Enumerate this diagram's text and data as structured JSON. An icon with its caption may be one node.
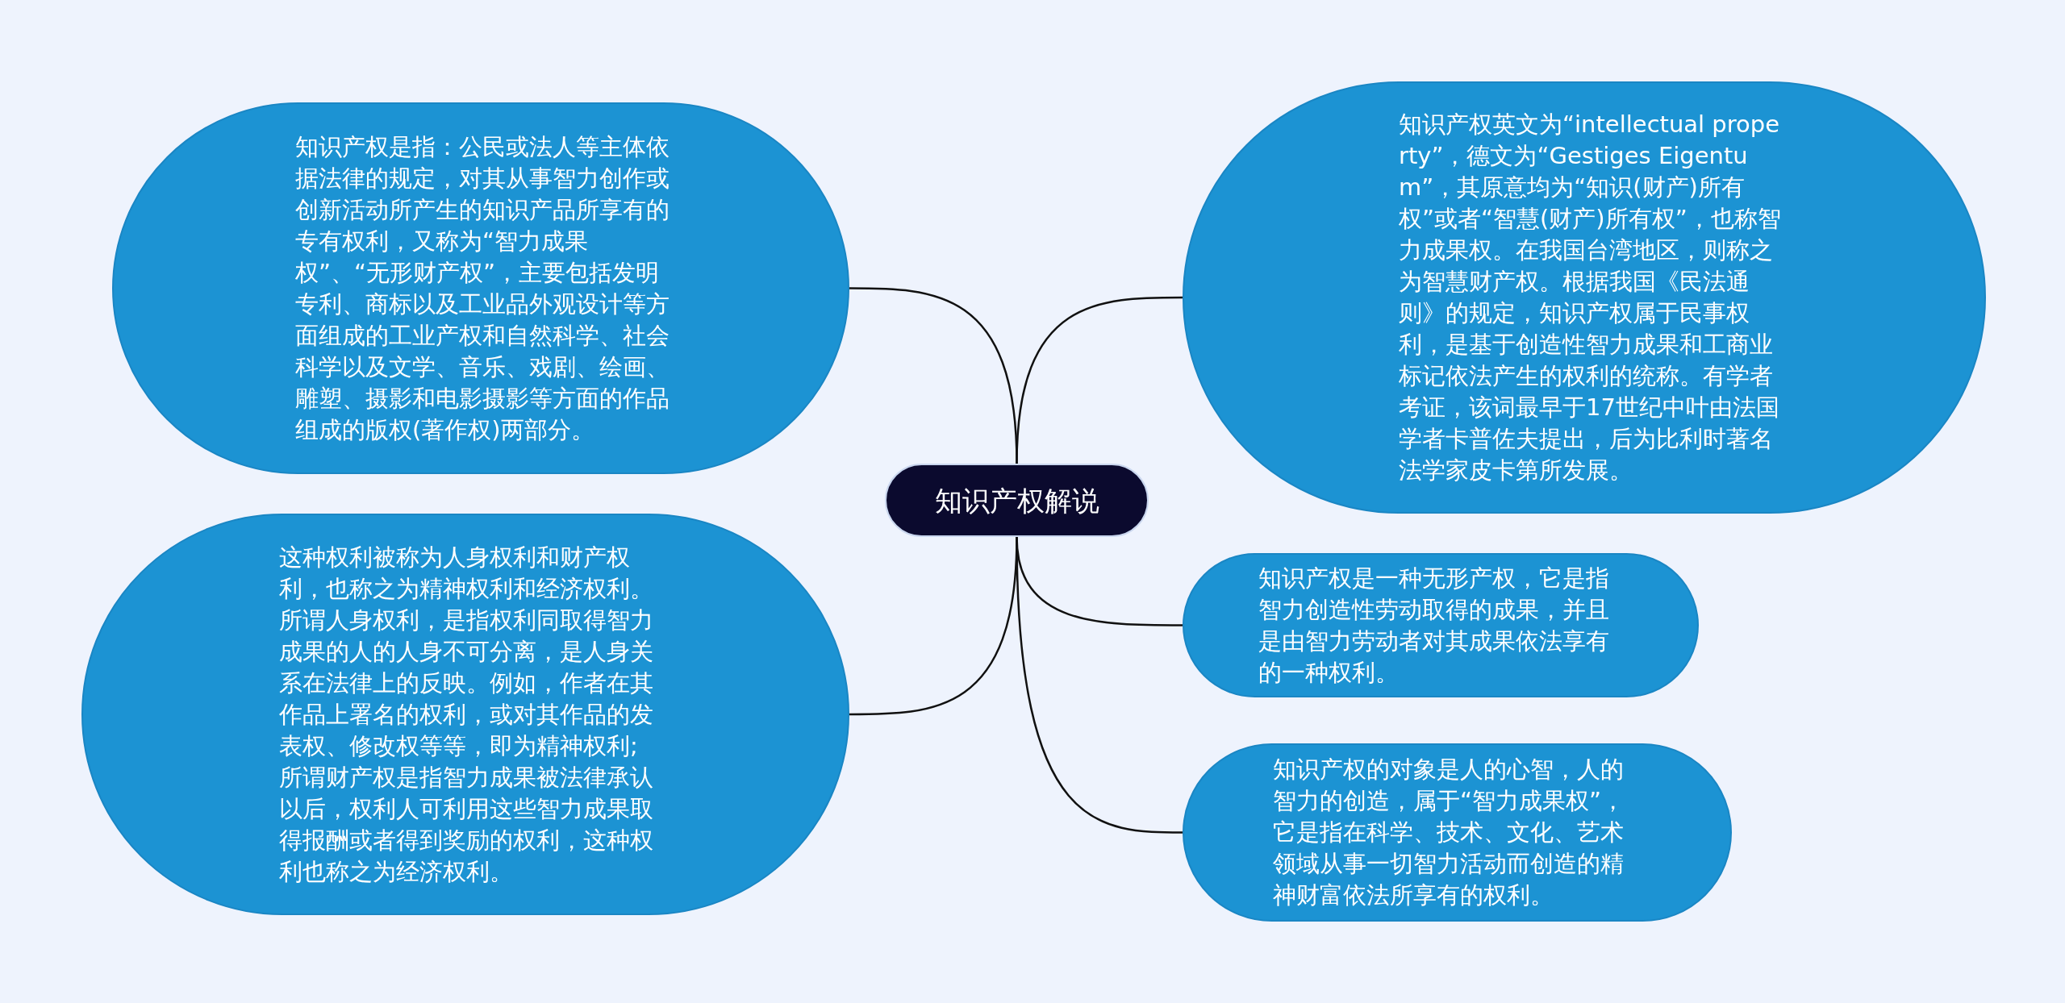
{
  "diagram": {
    "nodes": [
      {
        "text": [
          "知识产权解说"
        ]
      },
      {
        "text": [
          "知识产权是指：公民或法人等主体依据法律的规定，对其从事智力创作或创新活动所产生的知识产品所享有的专有权利，又称为“智力成果权”、“无形财产权”，主要包括发明专利、商标以及工业品外观设计等方面组成的工业产权和自然科学、社会科学以及文学、音乐、戏剧、绘画、雕塑、摄影和电影摄影等方面的作品组成的版权(著作权)两部分。"
        ]
      },
      {
        "text": [
          "这种权利被称为人身权利和财产权利，也称之为精神权利和经济权利。所谓人身权利，是指权利同取得智力成果的人的人身不可分离，是人身关系在法律上的反映。例如，作者在其作品上署名的权利，或对其作品的发表权、修改权等等，即为精神权利;所谓财产权是指智力成果被法律承认以后，权利人可利用这些智力成果取得报酬或者得到奖励的权利，这种权利也称之为经济权利。"
        ]
      },
      {
        "text": [
          "知识产权英文为“intellectual property”，德文为“Gestiges Eigentum”，其原意均为“知识(财产)所有权”或者“智慧(财产)所有权”，也称智力成果权。在我国台湾地区，则称之为智慧财产权。根据我国《民法通则》的规定，知识产权属于民事权利，是基于创造性智力成果和工商业标记依法产生的权利的统称。有学者考证，该词最早于17世纪中叶由法国学者卡普佐夫提出，后为比利时著名法学家皮卡第所发展。"
        ]
      },
      {
        "text": [
          "知识产权是一种无形产权，它是指智力创造性劳动取得的成果，并且是由智力劳动者对其成果依法享有的一种权利。"
        ]
      },
      {
        "text": [
          "知识产权的对象是人的心智，人的智力的创造，属于“智力成果权”，它是指在科学、技术、文化、艺术领域从事一切智力活动而创造的精神财富依法所享有的权利。"
        ]
      }
    ],
    "edges": [
      {
        "from": 0,
        "to": 1,
        "arrow": "none"
      },
      {
        "from": 0,
        "to": 2,
        "arrow": "none"
      },
      {
        "from": 0,
        "to": 3,
        "arrow": "none"
      },
      {
        "from": 0,
        "to": 4,
        "arrow": "none"
      },
      {
        "from": 0,
        "to": 5,
        "arrow": "none"
      }
    ]
  }
}
